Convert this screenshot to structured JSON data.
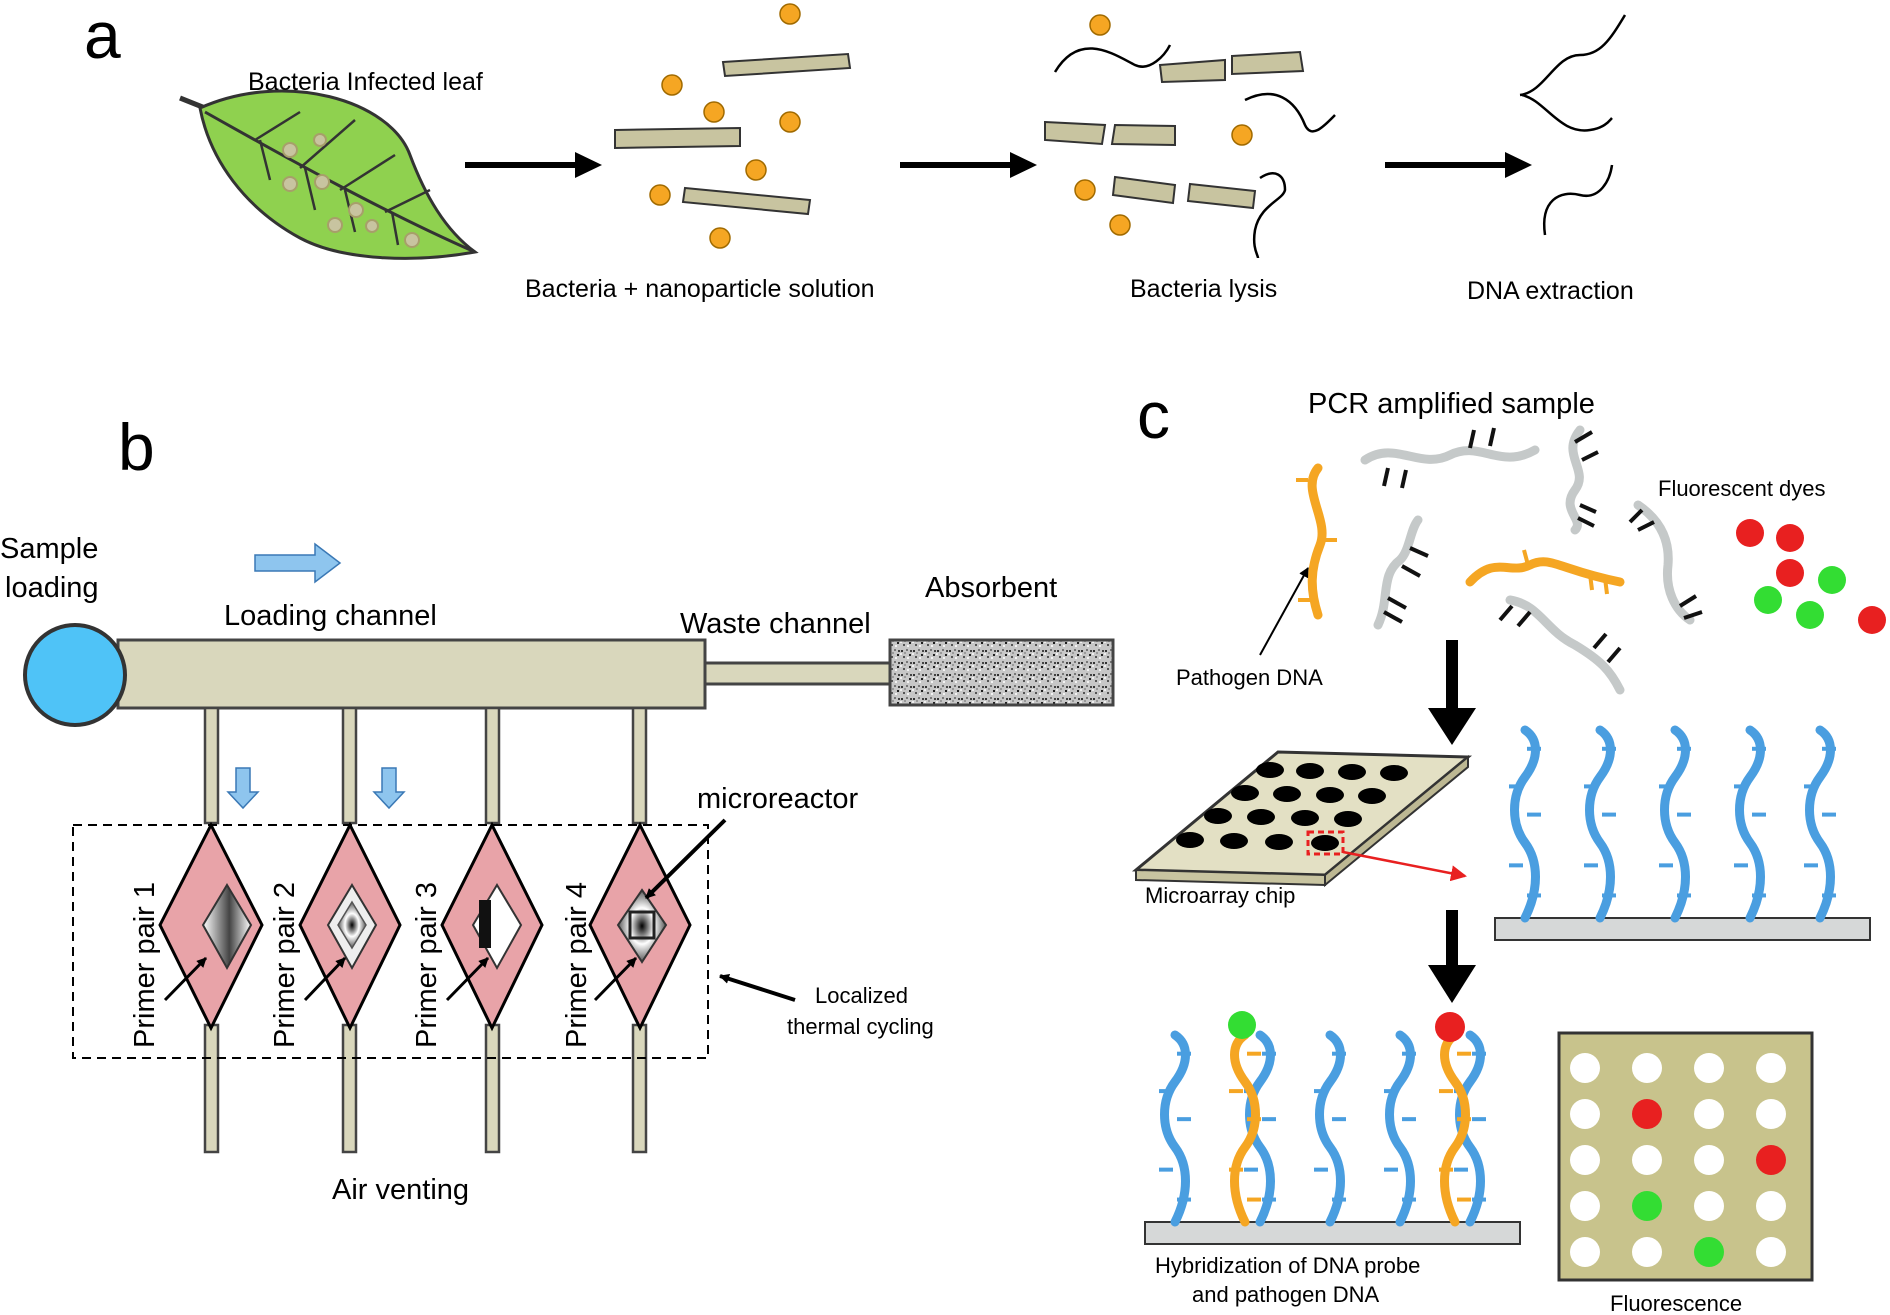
{
  "panels": {
    "a": {
      "letter": "a",
      "leaf_label": "Bacteria Infected leaf",
      "step1_label": "Bacteria + nanoparticle solution",
      "step2_label": "Bacteria lysis",
      "step3_label": "DNA extraction"
    },
    "b": {
      "letter": "b",
      "sample_loading_line1": "Sample",
      "sample_loading_line2": "loading",
      "loading_channel": "Loading channel",
      "waste_channel": "Waste channel",
      "absorbent": "Absorbent",
      "microreactor": "microreactor",
      "thermal_line1": "Localized",
      "thermal_line2": "thermal cycling",
      "air_venting": "Air venting",
      "primers": [
        "Primer pair 1",
        "Primer pair 2",
        "Primer pair 3",
        "Primer pair 4"
      ]
    },
    "c": {
      "letter": "c",
      "pcr_label": "PCR amplified sample",
      "dyes_label": "Fluorescent dyes",
      "pathogen_label": "Pathogen DNA",
      "chip_label": "Microarray chip",
      "hyb_line1": "Hybridization of  DNA probe",
      "hyb_line2": "and pathogen  DNA",
      "fluorescence_label": "Fluorescence"
    }
  },
  "colors": {
    "leaf": "#8fd14f",
    "particle": "#f5a623",
    "rod": "#c8c4a0",
    "channel": "#d9d7bc",
    "sample_well": "#4fc3f7",
    "reactor": "#e8a3a8",
    "probe": "#4a9ee0",
    "pathogen": "#f5a623",
    "grey_strand": "#c5c9c9",
    "dye_red": "#e82020",
    "dye_green": "#33dd33",
    "fluor_bg": "#c8c38c"
  }
}
